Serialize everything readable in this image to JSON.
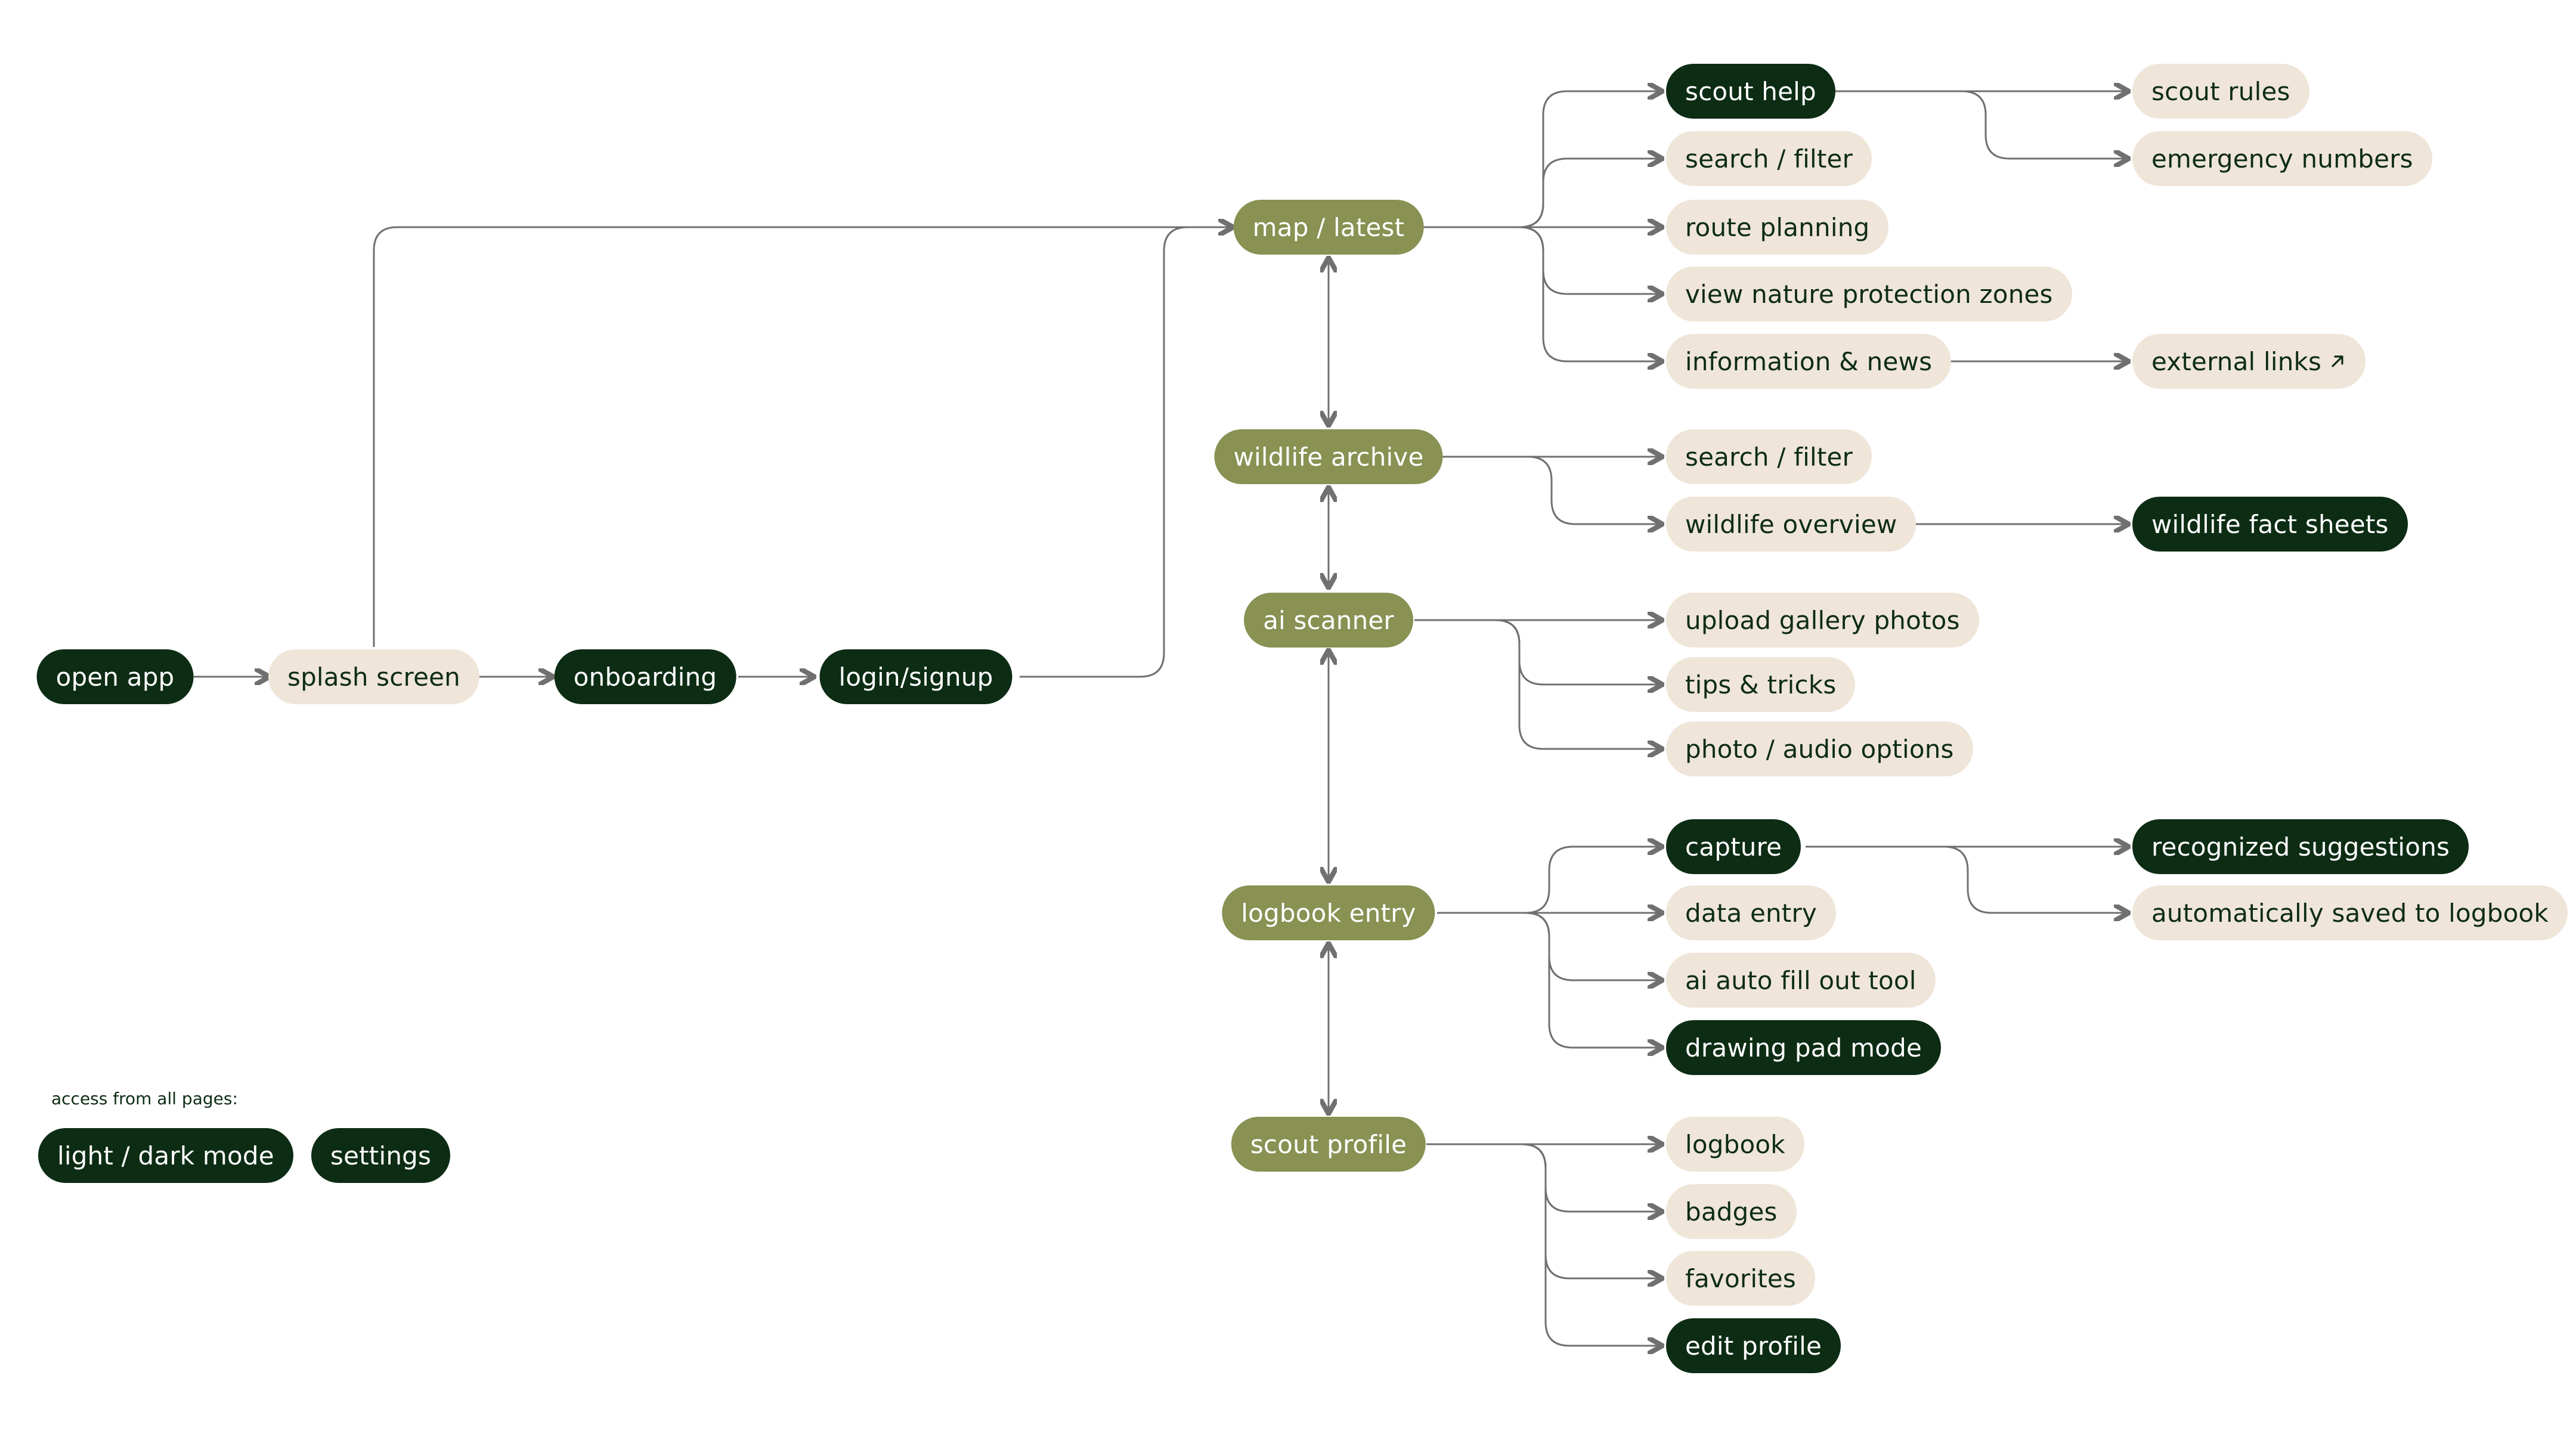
{
  "flow": {
    "open_app": "open app",
    "splash_screen": "splash screen",
    "onboarding": "onboarding",
    "login_signup": "login/signup"
  },
  "hubs": {
    "map_latest": "map / latest",
    "wildlife_archive": "wildlife archive",
    "ai_scanner": "ai scanner",
    "logbook_entry": "logbook entry",
    "scout_profile": "scout profile"
  },
  "map_branch": {
    "scout_help": "scout help",
    "search_filter": "search / filter",
    "route_planning": "route planning",
    "view_nature_protection_zones": "view nature protection zones",
    "information_news": "information & news"
  },
  "scout_help_branch": {
    "scout_rules": "scout rules",
    "emergency_numbers": "emergency numbers"
  },
  "info_branch": {
    "external_links": "external links"
  },
  "archive_branch": {
    "search_filter": "search / filter",
    "wildlife_overview": "wildlife overview",
    "wildlife_fact_sheets": "wildlife fact sheets"
  },
  "scanner_branch": {
    "upload_gallery_photos": "upload gallery photos",
    "tips_tricks": "tips & tricks",
    "photo_audio_options": "photo / audio options"
  },
  "logbook_branch": {
    "capture": "capture",
    "data_entry": "data entry",
    "ai_auto_fill_out_tool": "ai auto fill out tool",
    "drawing_pad_mode": "drawing pad mode"
  },
  "capture_branch": {
    "recognized_suggestions": "recognized suggestions",
    "automatically_saved_to_logbook": "automatically saved to logbook"
  },
  "profile_branch": {
    "logbook": "logbook",
    "badges": "badges",
    "favorites": "favorites",
    "edit_profile": "edit profile"
  },
  "global_access": {
    "note": "access from all pages:",
    "light_dark_mode": "light / dark mode",
    "settings": "settings"
  },
  "icons": {
    "external": "arrow-up-right-icon"
  },
  "colors": {
    "dark": "#0d2c14",
    "light": "#efe5d9",
    "olive": "#899153",
    "line": "#707070"
  }
}
